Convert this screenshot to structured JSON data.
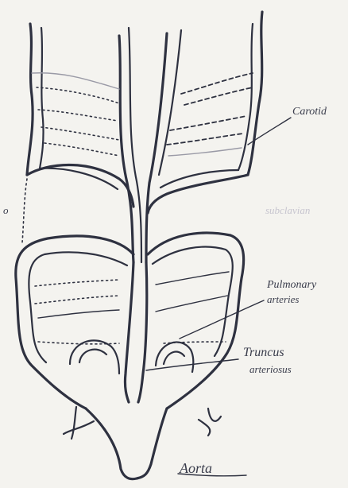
{
  "diagram": {
    "labels": {
      "carotid": "Carotid",
      "subclavian": "subclavian",
      "pulmonary_1": "Pulmonary",
      "pulmonary_2": "arteries",
      "trunk_1": "Truncus",
      "trunk_2": "arteriosus",
      "aorta": "Aorta",
      "margin_mark": "o"
    },
    "colors": {
      "ink": "#2e3140",
      "paper": "#f4f3ef"
    }
  }
}
